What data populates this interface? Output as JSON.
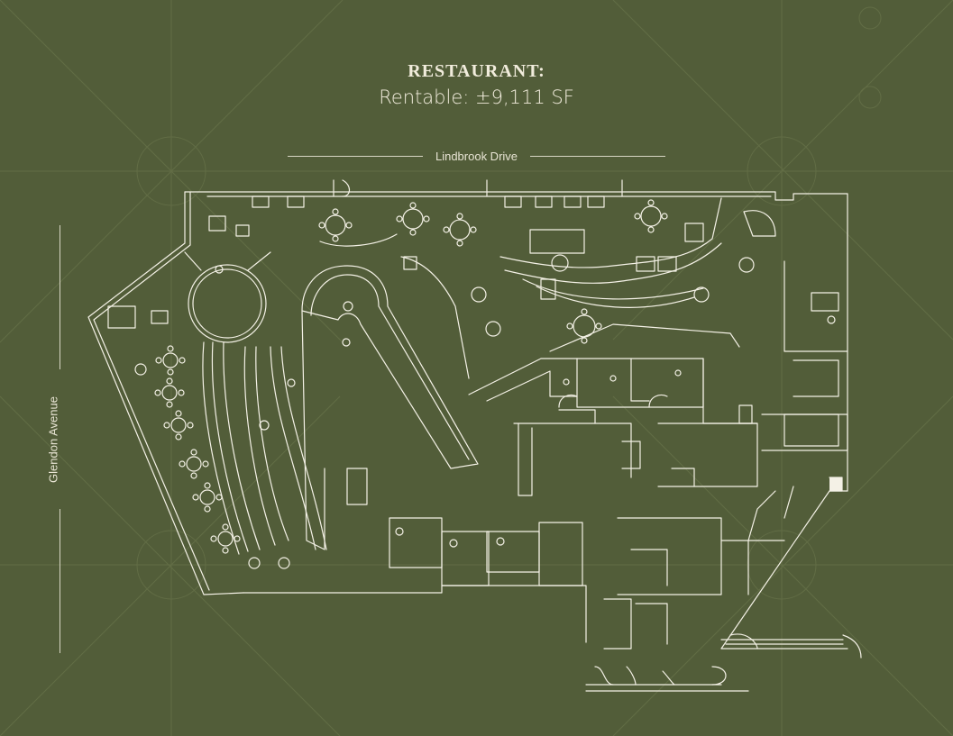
{
  "header": {
    "title": "RESTAURANT:",
    "subtitle": "Rentable: ±9,111 SF"
  },
  "streets": {
    "top": "Lindbrook Drive",
    "left": "Glendon Avenue"
  },
  "colors": {
    "background": "#525d39",
    "pattern": "#667149",
    "linework": "#f4f1e6",
    "text": "#f1ecdc"
  }
}
